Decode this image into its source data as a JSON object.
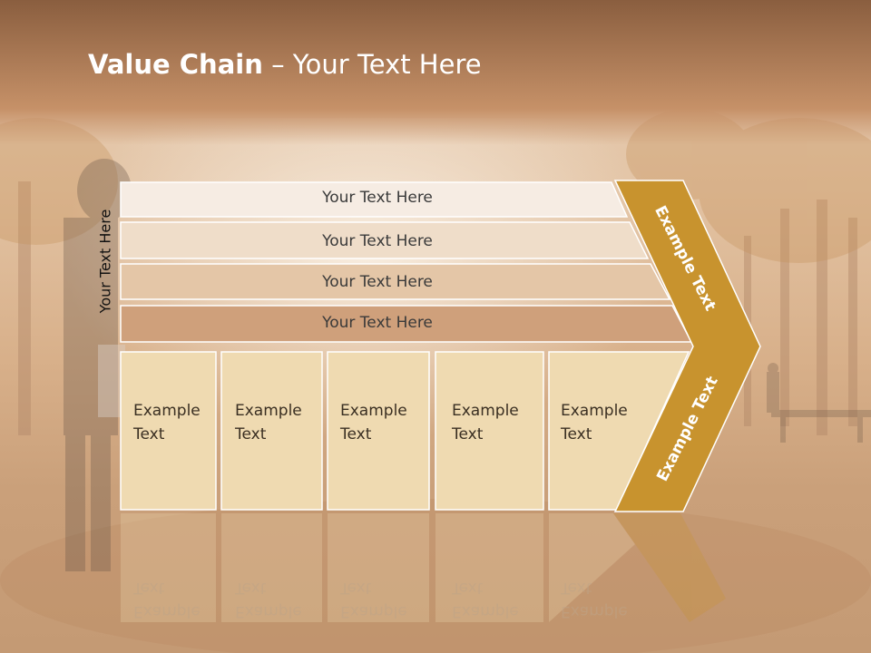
{
  "slide": {
    "title_bold": "Value Chain",
    "title_rest": " – Your Text Here",
    "vertical_label": "Your Text Here",
    "bars": [
      "Your Text Here",
      "Your Text Here",
      "Your Text Here",
      "Your Text Here"
    ],
    "cells": [
      "Example\nText",
      "Example\nText",
      "Example\nText",
      "Example\nText",
      "Example\nText"
    ],
    "chevron_top": "Example Text",
    "chevron_bottom": "Example Text"
  },
  "colors": {
    "header_top": "#8a5e3f",
    "header_bottom": "#c69168",
    "bar_1": "#f6ece3",
    "bar_2": "#efddc9",
    "bar_3": "#e4c6a7",
    "bar_4": "#cfa07b",
    "cell_fill": "#efdab1",
    "chevron": "#c8932e"
  }
}
